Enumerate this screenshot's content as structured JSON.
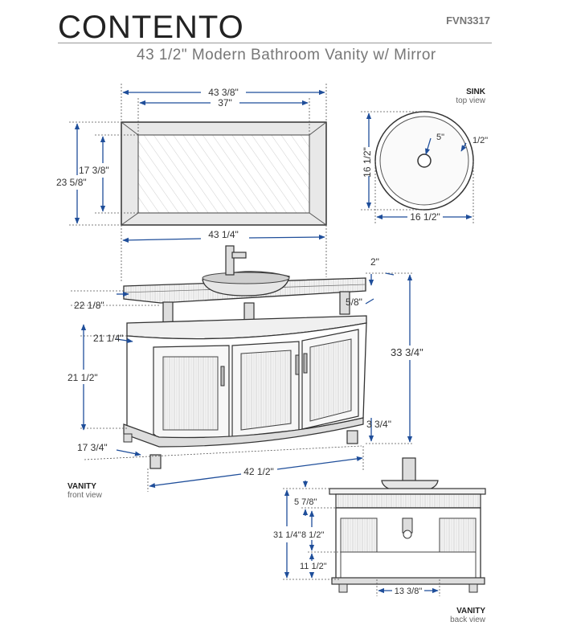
{
  "header": {
    "brand": "CONTENTO",
    "model": "FVN3317",
    "subtitle": "43 1/2\"  Modern Bathroom Vanity w/ Mirror"
  },
  "mirror": {
    "width_outer": "43 3/8\"",
    "width_inner": "37\"",
    "height_outer": "23 5/8\"",
    "height_inner": "17 3/8\""
  },
  "sink": {
    "title": "SINK",
    "view": "top view",
    "height": "16 1/2\"",
    "width": "16 1/2\"",
    "depth": "5\"",
    "rim": "1/2\""
  },
  "vanity_front": {
    "title": "VANITY",
    "view": "front view",
    "top_width": "43 1/4\"",
    "glass_thickness": "2\"",
    "top_depth": "22 1/8\"",
    "standoff": "5/8\"",
    "cabinet_top_depth": "21 1/4\"",
    "total_height": "33 3/4\"",
    "cabinet_height": "21 1/2\"",
    "leg_height": "3 3/4\"",
    "base_depth": "17 3/4\"",
    "base_width": "42 1/2\""
  },
  "vanity_back": {
    "title": "VANITY",
    "view": "back view",
    "top_section": "5 7/8\"",
    "overall": "31 1/4\"",
    "middle_section": "8 1/2\"",
    "bottom_section": "11 1/2\"",
    "opening_width": "13 3/8\""
  },
  "colors": {
    "dimension_arrow": "#1f4e9a",
    "line": "#333333",
    "text": "#333333"
  }
}
